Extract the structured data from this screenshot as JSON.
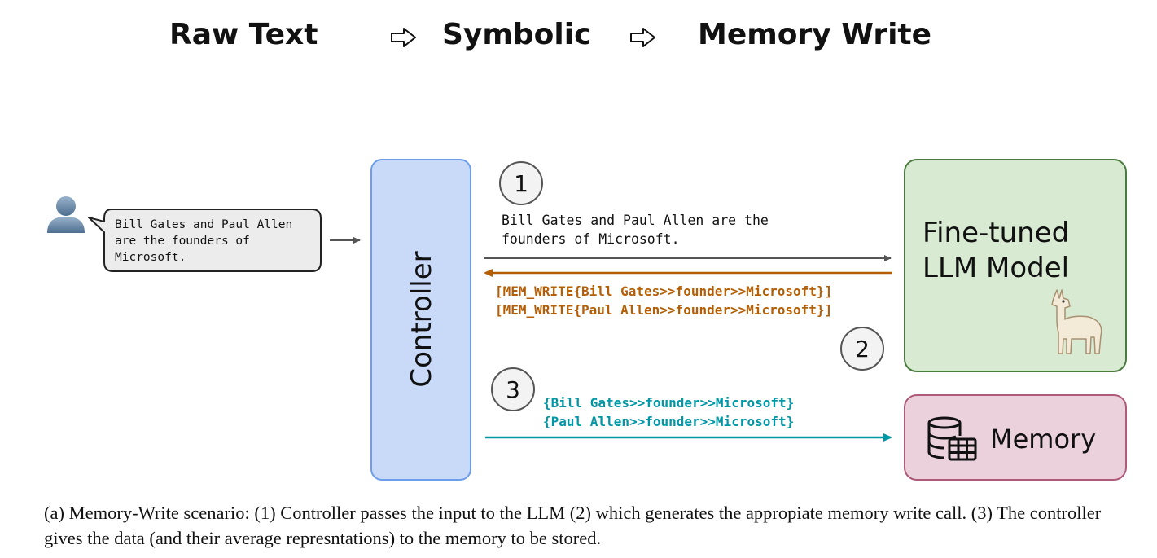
{
  "header": {
    "step1": "Raw Text",
    "step2": "Symbolic",
    "step3": "Memory Write",
    "arrow_icon": "hollow-right-arrow"
  },
  "user": {
    "icon": "person-icon",
    "message": "Bill Gates and Paul Allen\nare the founders of\nMicrosoft."
  },
  "controller": {
    "label": "Controller",
    "fill": "#c9daf8",
    "border": "#6d9eeb"
  },
  "llm": {
    "label": "Fine-tuned\nLLM Model",
    "icon": "llama-icon",
    "fill": "#d9ead3",
    "border": "#4a7c3f"
  },
  "memory": {
    "label": "Memory",
    "icon": "database-table-icon",
    "fill": "#ead1dc",
    "border": "#b05a7a"
  },
  "steps": {
    "one": "1",
    "two": "2",
    "three": "3"
  },
  "flow": {
    "input_text": "Bill Gates and Paul Allen are the\nfounders of Microsoft.",
    "write_calls": [
      "[MEM_WRITE{Bill Gates>>founder>>Microsoft}]",
      "[MEM_WRITE{Paul Allen>>founder>>Microsoft}]"
    ],
    "stored_data": [
      "{Bill Gates>>founder>>Microsoft}",
      "{Paul Allen>>founder>>Microsoft}"
    ],
    "write_color": "#b45f06",
    "data_color": "#0097a7"
  },
  "caption": "(a) Memory-Write scenario: (1) Controller passes the input to the LLM (2) which generates the appropiate memory write call. (3) The controller gives the data (and their average represntations) to the memory to be stored."
}
